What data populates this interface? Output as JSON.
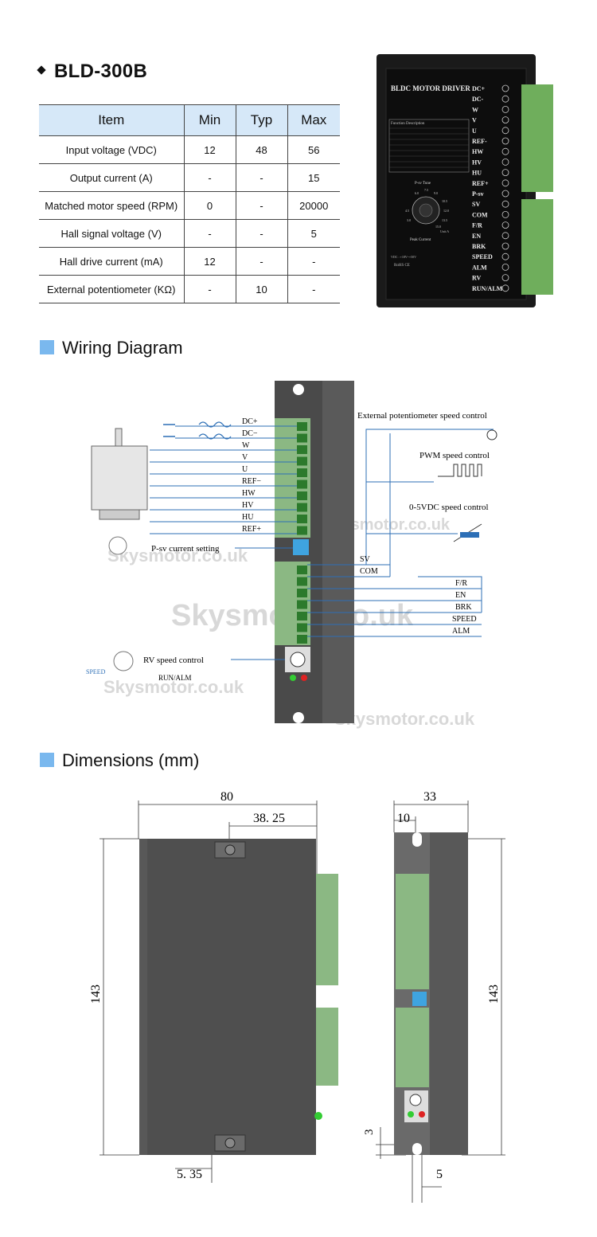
{
  "product": {
    "title": "BLD-300B"
  },
  "spec_table": {
    "headers": [
      "Item",
      "Min",
      "Typ",
      "Max"
    ],
    "rows": [
      [
        "Input voltage (VDC)",
        "12",
        "48",
        "56"
      ],
      [
        "Output current (A)",
        "-",
        "-",
        "15"
      ],
      [
        "Matched motor speed (RPM)",
        "0",
        "-",
        "20000"
      ],
      [
        "Hall signal voltage (V)",
        "-",
        "-",
        "5"
      ],
      [
        "Hall drive current (mA)",
        "12",
        "-",
        "-"
      ],
      [
        "External potentiometer (KΩ)",
        "-",
        "10",
        "-"
      ]
    ]
  },
  "photo": {
    "header": "BLDC MOTOR DRIVER",
    "terminals": [
      "DC+",
      "DC-",
      "W",
      "V",
      "U",
      "REF-",
      "HW",
      "HV",
      "HU",
      "REF+",
      "P-sv",
      "SV",
      "COM",
      "F/R",
      "EN",
      "BRK",
      "SPEED",
      "ALM",
      "RV",
      "RUN/ALM"
    ],
    "tune_label": "P-sv Tune",
    "peak_label": "Peak Current",
    "dial_values": [
      "6.0",
      "7.5",
      "9.0",
      "10.5",
      "12.0",
      "13.5",
      "15.0",
      "3.0",
      "4.5"
    ],
    "dial_unit": "Unit:A",
    "function_title": "Function Description",
    "vdc_note": "VDC : +18V~+50V",
    "rohs": "RoHS CE"
  },
  "wiring": {
    "title": "Wiring Diagram",
    "left_terminals": [
      "DC+",
      "DC−",
      "W",
      "V",
      "U",
      "REF−",
      "HW",
      "HV",
      "HU",
      "REF+"
    ],
    "right_signals": [
      "SV",
      "COM",
      "F/R",
      "EN",
      "BRK",
      "SPEED",
      "ALM"
    ],
    "psv_label": "P-sv current setting",
    "rv_label": "RV speed control",
    "run_label": "RUN/ALM",
    "speed_badge": "SPEED",
    "ext_pot_label": "External potentiometer speed control",
    "pwm_label": "PWM speed control",
    "vdc_label": "0-5VDC speed control",
    "watermark": "Skysmotor.co.uk",
    "colors": {
      "wire": "#2d6fb6",
      "driver": "#555555",
      "terminal_green": "#7daa74"
    }
  },
  "dimensions": {
    "title": "Dimensions (mm)",
    "width": "80",
    "offset": "38. 25",
    "height": "143",
    "left_margin": "5. 35",
    "side_width": "33",
    "side_inset": "10",
    "side_height": "143",
    "slot_depth": "3",
    "slot_width": "5"
  }
}
